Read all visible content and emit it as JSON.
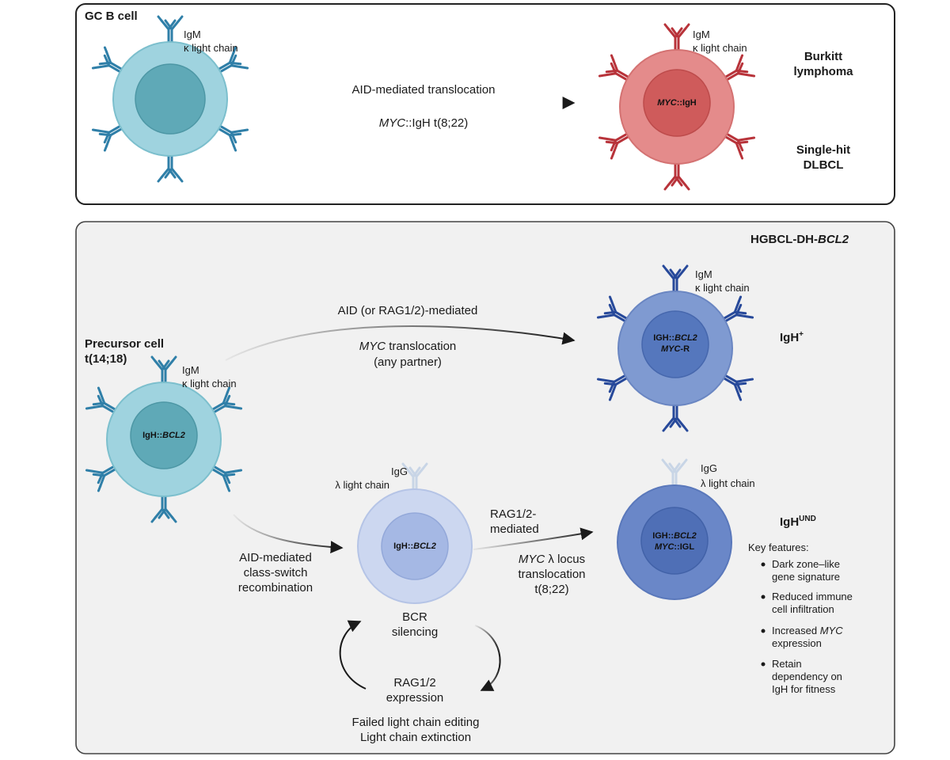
{
  "colors": {
    "teal_cell": "#9fd3df",
    "teal_nucleus": "#5fa9b7",
    "red_cell": "#e48b8b",
    "red_nucleus": "#cf5b5b",
    "blue_cell": "#7f9ad1",
    "blue_nucleus": "#5577bd",
    "pale_cell": "#ccd7f0",
    "pale_nucleus": "#a5b8e4",
    "teal_antibody": "#2f7fa8",
    "red_antibody": "#b8333a",
    "blue_antibody": "#27499a",
    "faded_antibody": "#c8d5e6"
  },
  "top_panel": {
    "title": "GC B cell",
    "left_cell": {
      "heavy": "IgM",
      "light": "κ light chain"
    },
    "arrow": {
      "line1": "AID-mediated translocation",
      "line2_italic": "MYC",
      "line2_rest": "::IgH t(8;22)"
    },
    "right_cell": {
      "heavy": "IgM",
      "light": "κ light chain",
      "nucleus_italic": "MYC",
      "nucleus_rest": "::IgH"
    },
    "outcome1_line1": "Burkitt",
    "outcome1_line2": "lymphoma",
    "outcome2_line1": "Single-hit",
    "outcome2_line2": "DLBCL"
  },
  "bottom_panel": {
    "title_prefix": "HGBCL-DH-",
    "title_italic": "BCL2",
    "precursor": {
      "label_line1": "Precursor cell",
      "label_line2": "t(14;18)",
      "heavy": "IgM",
      "light": "κ light chain",
      "nucleus_prefix": "IgH::",
      "nucleus_italic": "BCL2"
    },
    "upper_arrow": {
      "line1": "AID (or RAG1/2)-mediated",
      "line2_italic": "MYC",
      "line2_rest": " translocation",
      "line3": "(any partner)"
    },
    "igh_plus_cell": {
      "heavy": "IgM",
      "light": "κ light chain",
      "nucleus_line1_prefix": "IGH::",
      "nucleus_line1_italic": "BCL2",
      "nucleus_line2_italic": "MYC",
      "nucleus_line2_rest": "-R"
    },
    "igh_plus_label": "IgH",
    "igh_plus_sup": "+",
    "csr_label_line1": "AID-mediated",
    "csr_label_line2": "class-switch",
    "csr_label_line3": "recombination",
    "silenced_cell": {
      "heavy": "IgG",
      "light": "λ light chain",
      "nucleus_prefix": "IgH::",
      "nucleus_italic": "BCL2"
    },
    "bcr_label_line1": "BCR",
    "bcr_label_line2": "silencing",
    "rag_arrow": {
      "line1": "RAG1/2-",
      "line2": "mediated",
      "line3_italic": "MYC",
      "line3_rest": " λ locus",
      "line4": "translocation",
      "line5": "t(8;22)"
    },
    "loop_label_line1": "RAG1/2",
    "loop_label_line2": "expression",
    "failed_line1": "Failed light chain editing",
    "failed_line2": "Light chain extinction",
    "igh_und_cell": {
      "heavy": "IgG",
      "light": "λ light chain",
      "nucleus_line1_prefix": "IGH::",
      "nucleus_line1_italic": "BCL2",
      "nucleus_line2_italic": "MYC",
      "nucleus_line2_rest": "::IGL"
    },
    "igh_und_label": "IgH",
    "igh_und_sup": "UND",
    "key_features": {
      "heading": "Key features:",
      "f1_line1": "Dark zone–like",
      "f1_line2": "gene signature",
      "f2_line1": "Reduced immune",
      "f2_line2": "cell infiltration",
      "f3_line1": "Increased",
      "f3_italic": "MYC",
      "f3_line2": "expression",
      "f4_line1": "Retain",
      "f4_line2": "dependency on",
      "f4_line3": "IgH for fitness"
    }
  }
}
